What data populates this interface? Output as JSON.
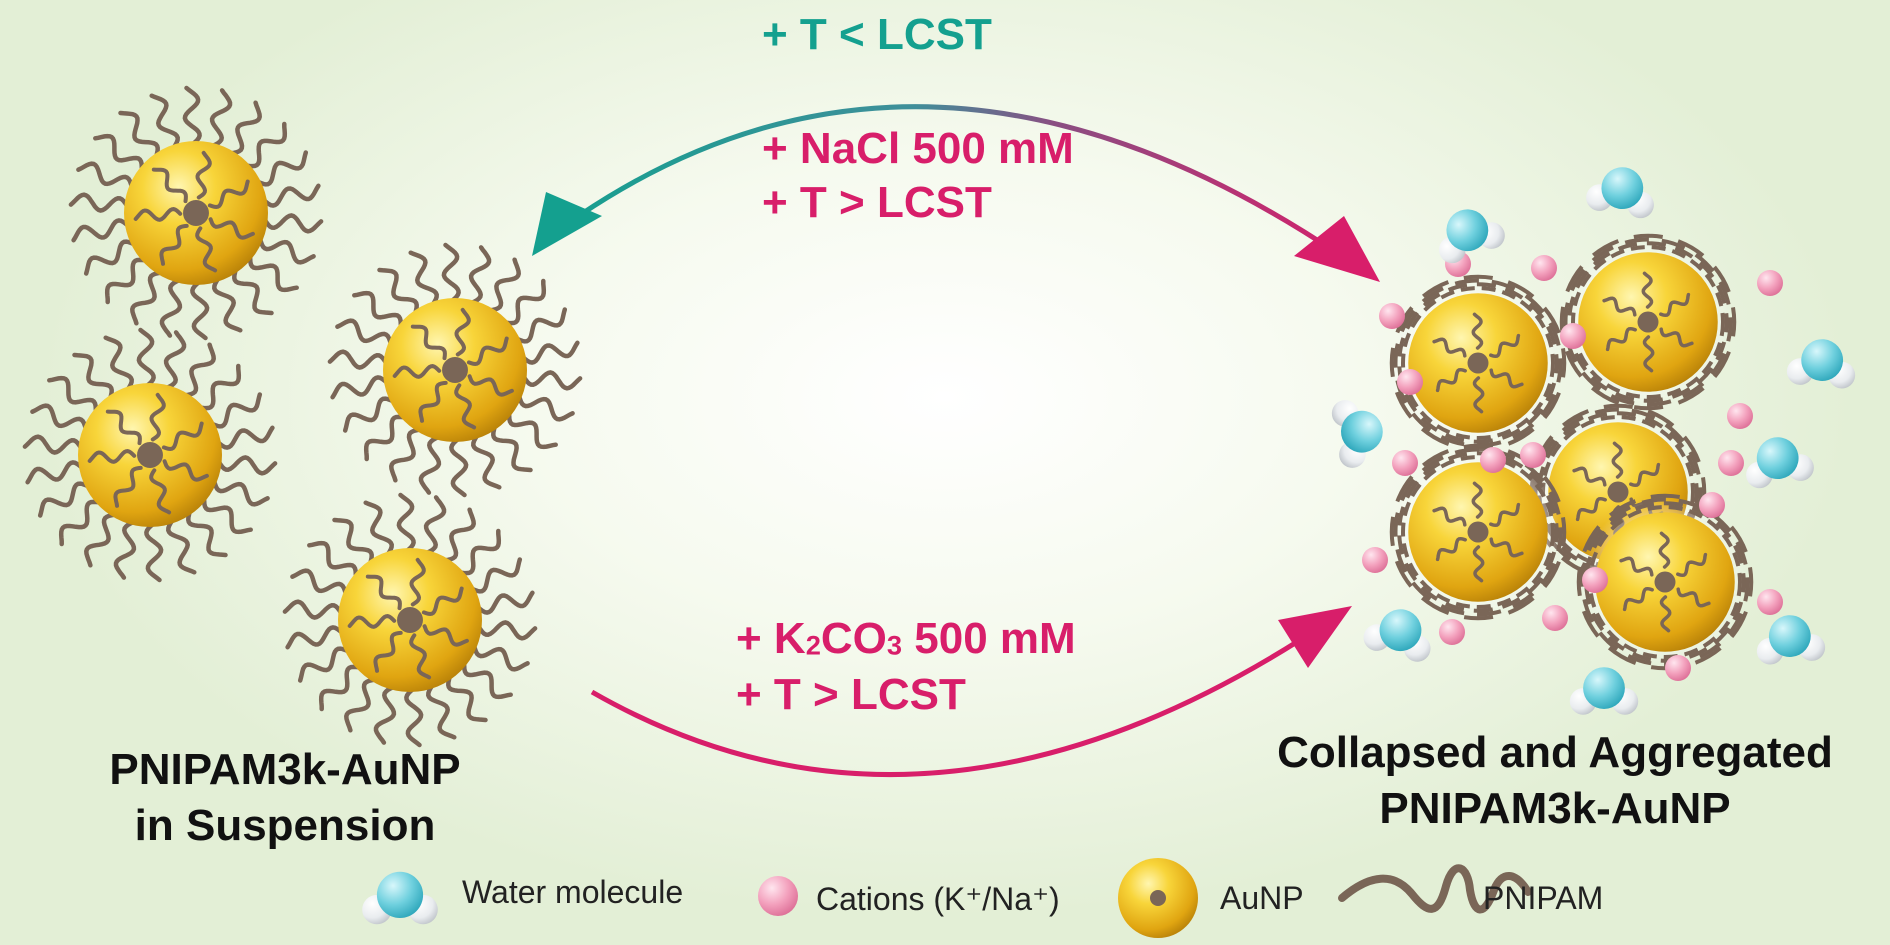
{
  "conditions": {
    "reverse": "+ T < LCST",
    "nacl_salt": "+ NaCl 500 mM",
    "nacl_temp": "+ T > LCST",
    "k2co3_salt_prefix": "+ K",
    "k2co3_salt_sub2": "2",
    "k2co3_salt_mid": "CO",
    "k2co3_salt_sub3": "3",
    "k2co3_salt_suffix": " 500 mM",
    "k2co3_temp": "+ T > LCST"
  },
  "captions": {
    "left_line1": "PNIPAM3k-AuNP",
    "left_line2": "in Suspension",
    "right_line1": "Collapsed and Aggregated",
    "right_line2": "PNIPAM3k-AuNP"
  },
  "legend": {
    "water": "Water molecule",
    "cations": "Cations (K⁺/Na⁺)",
    "aunp": "AuNP",
    "pnipam": "PNIPAM"
  },
  "colors": {
    "teal": "#14a08f",
    "pink": "#d81e6a",
    "gold": "#f2c21a",
    "polymer": "#7a6657",
    "cation": "#ee8fb0",
    "water_oxygen": "#59c3d3"
  }
}
